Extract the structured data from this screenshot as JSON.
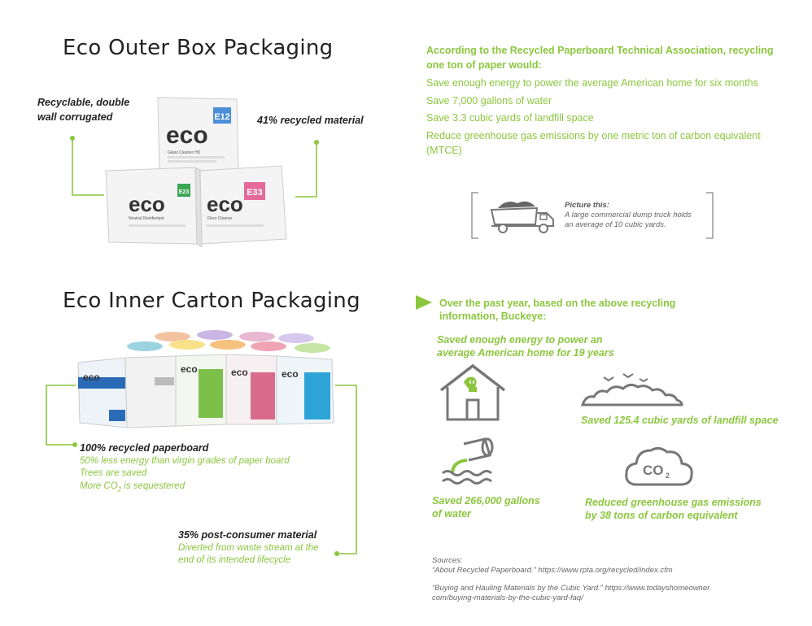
{
  "outer": {
    "title": "Eco Outer Box Packaging",
    "label_left": [
      "Recyclable, double",
      "wall corrugated"
    ],
    "label_right": "41% recycled material",
    "box_labels": [
      "E12",
      "E23",
      "E33"
    ],
    "box_brand": "eco",
    "box_names": [
      "Glass Cleaner HD",
      "Neutral Disinfectant",
      "Floor Cleaner"
    ]
  },
  "rpta": {
    "heading": [
      "According to the Recycled Paperboard Technical Association, recycling",
      "one ton of paper would:"
    ],
    "facts": [
      "Save enough energy to power the average American home for six months",
      "Save 7,000 gallons of water",
      "Save 3.3 cubic yards of landfill space",
      "Reduce greenhouse gas emissions by one metric ton of carbon equivalent",
      "(MTCE)"
    ]
  },
  "picture_this": {
    "heading": "Picture this:",
    "text": [
      "A large commercial dump truck holds",
      "an average of 10 cubic yards."
    ]
  },
  "inner": {
    "title": "Eco Inner Carton Packaging",
    "block1_heading": "100% recycled paperboard",
    "block1_lines": [
      "50% less energy than virgin grades of paper board",
      "Trees are saved"
    ],
    "block1_co2": {
      "prefix": "More CO",
      "sub": "2",
      "suffix": " is sequestered"
    },
    "block2_heading": "35% post-consumer material",
    "block2_lines": [
      "Diverted from waste stream at the",
      "end of its intended lifecycle"
    ]
  },
  "buckeye": {
    "heading": [
      "Over the past year, based on the above recycling",
      "information, Buckeye:"
    ],
    "energy": [
      "Saved enough energy to power an",
      "average American home for 19 years"
    ],
    "landfill": "Saved 125.4 cubic yards of landfill space",
    "water": [
      "Saved 266,000 gallons",
      "of water"
    ],
    "ghg": [
      "Reduced greenhouse gas emissions",
      "by 38 tons of carbon equivalent"
    ],
    "co2_icon": {
      "text": "CO",
      "sub": "2"
    }
  },
  "sources": {
    "label": "Sources:",
    "src1": "“About Recycled Paperboard.” https://www.rpta.org/recycled/index.cfm",
    "src2": [
      "“Buying and Hauling Materials by the Cubic Yard.” https://www.todayshomeowner.",
      "com/buying-materials-by-the-cubic-yard-faq/"
    ]
  },
  "colors": {
    "accent": "#8cc63f",
    "text": "#222222",
    "muted": "#666666",
    "icon": "#777777"
  }
}
